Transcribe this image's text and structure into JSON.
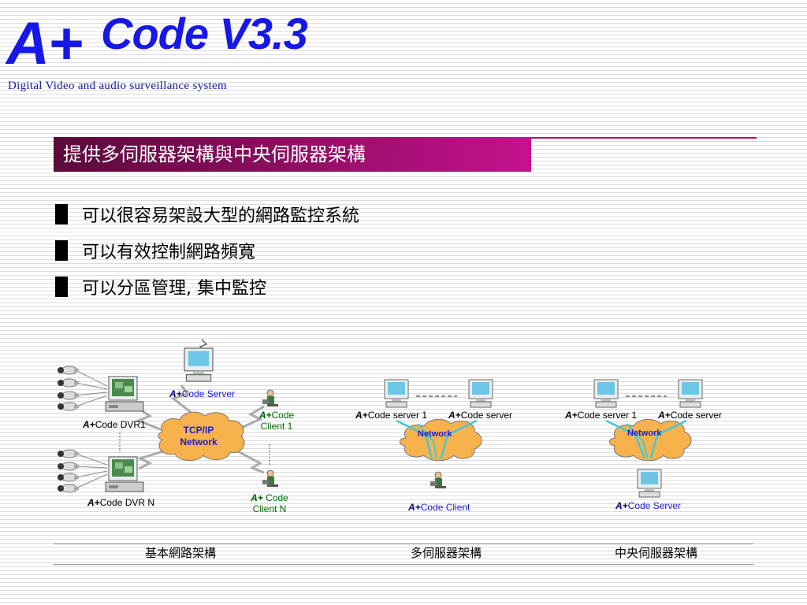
{
  "logo": {
    "mark": "A+",
    "product": "Code V3.3",
    "tagline": "Digital Video and  audio surveillance system"
  },
  "title": "提供多伺服器架構與中央伺服器架構",
  "bullets": [
    "可以很容易架設大型的網路監控系統",
    "可以有效控制網路頻寬",
    "可以分區管理, 集中監控"
  ],
  "brand_prefix": "A+",
  "diagram_basic": {
    "server": "Code Server",
    "dvr1": "Code DVR1",
    "dvrn": "Code DVR N",
    "client1_a": "Code",
    "client1_b": "Client 1",
    "clientn_a": " Code",
    "clientn_b": "Client N",
    "network_a": "TCP/IP",
    "network_b": "Network",
    "caption": "基本網路架構"
  },
  "diagram_multi": {
    "server1": "Code server 1",
    "server2": "Code server",
    "network": "Network",
    "client": "Code Client",
    "caption": "多伺服器架構"
  },
  "diagram_central": {
    "server1": "Code server 1",
    "server2": "Code server",
    "network": "Network",
    "server": "Code Server",
    "caption": "中央伺服器架構"
  },
  "colors": {
    "brand_blue": "#1717e8",
    "title_bar": "#8a0d5e",
    "cloud": "#f7b24c",
    "link_cyan": "#40c8d8"
  }
}
